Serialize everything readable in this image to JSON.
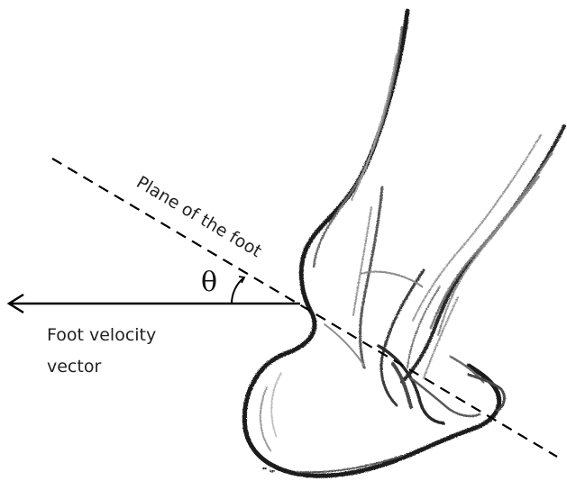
{
  "labels": {
    "plane": "Plane of the foot",
    "velocity_line1": "Foot velocity",
    "velocity_line2": "vector",
    "angle": "θ"
  },
  "colors": {
    "background": "#ffffff",
    "ink": "#000000",
    "sketch": "#2a2a2a",
    "sketch_light": "#8a8a8a"
  },
  "icons": {
    "arrowhead": "left-arrow-icon",
    "angle_arc": "angle-arc-icon"
  }
}
